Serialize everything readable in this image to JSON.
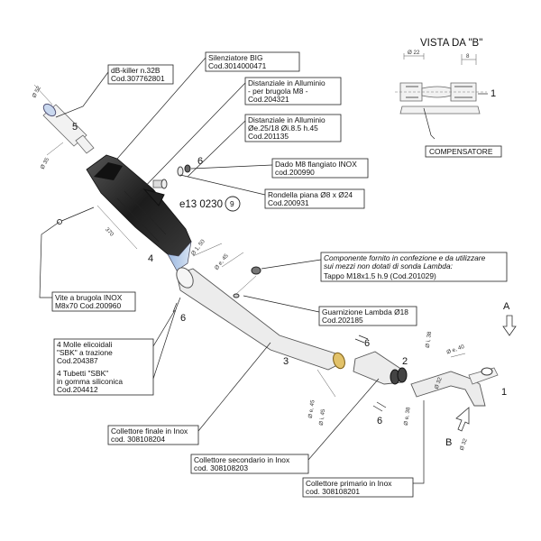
{
  "view_b": {
    "title": "VISTA DA \"B\"",
    "dim_22": "Ø 22",
    "dim_8": "8",
    "part_number": "1",
    "compensatore": "COMPENSATORE"
  },
  "callouts": {
    "dbkiller_name": "dB-killer n.32B",
    "dbkiller_code": "Cod.307762801",
    "silencer_name": "Silenziatore BIG",
    "silencer_code": "Cod.3014000471",
    "spacer_m8_l1": "Distanziale in Alluminio",
    "spacer_m8_l2": "- per brugola M8 -",
    "spacer_m8_code": "Cod.204321",
    "spacer_25_l1": "Distanziale in Alluminio",
    "spacer_25_l2": "Øe.25/18 Øi.8.5 h.45",
    "spacer_25_code": "Cod.201135",
    "nut_name": "Dado M8 flangiato INOX",
    "nut_code": "cod.200990",
    "washer_name": "Rondella piana Ø8 x Ø24",
    "washer_code": "Cod.200931",
    "homologation": "e13 0230",
    "homologation_circle": "9",
    "lambda_l1": "Componente fornito in confezione e da utilizzare",
    "lambda_l2": "sui mezzi non dotati di sonda Lambda:",
    "lambda_l3": "Tappo M18x1.5 h.9  (Cod.201029)",
    "gasket_name": "Guarnizione Lambda Ø18",
    "gasket_code": "Cod.202185",
    "screw_name": "Vite a brugola INOX",
    "screw_code": "M8x70 Cod.200960",
    "springs_l1": "4 Molle elicoidali",
    "springs_l2": "\"SBK\" a trazione",
    "springs_code": "Cod.204387",
    "tubes_l1": "4 Tubetti \"SBK\"",
    "tubes_l2": "in gomma siliconica",
    "tubes_code": "Cod.204412",
    "final_name": "Collettore finale in Inox",
    "final_code": "cod. 308108204",
    "secondary_name": "Collettore secondario in Inox",
    "secondary_code": "cod. 308108203",
    "primary_name": "Collettore primario in Inox",
    "primary_code": "cod. 308108201"
  },
  "part_numbers": {
    "p1": "1",
    "p2": "2",
    "p3": "3",
    "p4": "4",
    "p5": "5",
    "p6a": "6",
    "p6b": "6",
    "p6c": "6",
    "p6d": "6"
  },
  "arrows": {
    "a": "A",
    "b": "B"
  },
  "dims": {
    "d52": "Ø 52",
    "d35": "Ø 35",
    "d370": "370",
    "d50": "Ø 1, 50",
    "d45a": "Ø e, 45",
    "d45b": "Ø i, 45",
    "d45c": "Ø e, 45",
    "d38a": "Ø i, 38",
    "d38b": "Ø e, 38",
    "d40": "Ø e, 40",
    "d32a": "Ø 32",
    "d32b": "Ø 32"
  },
  "colors": {
    "line": "#222222",
    "steel": "#e8e8e8",
    "silencer": "#2a2a2a",
    "accent": "#7aa3d8"
  }
}
